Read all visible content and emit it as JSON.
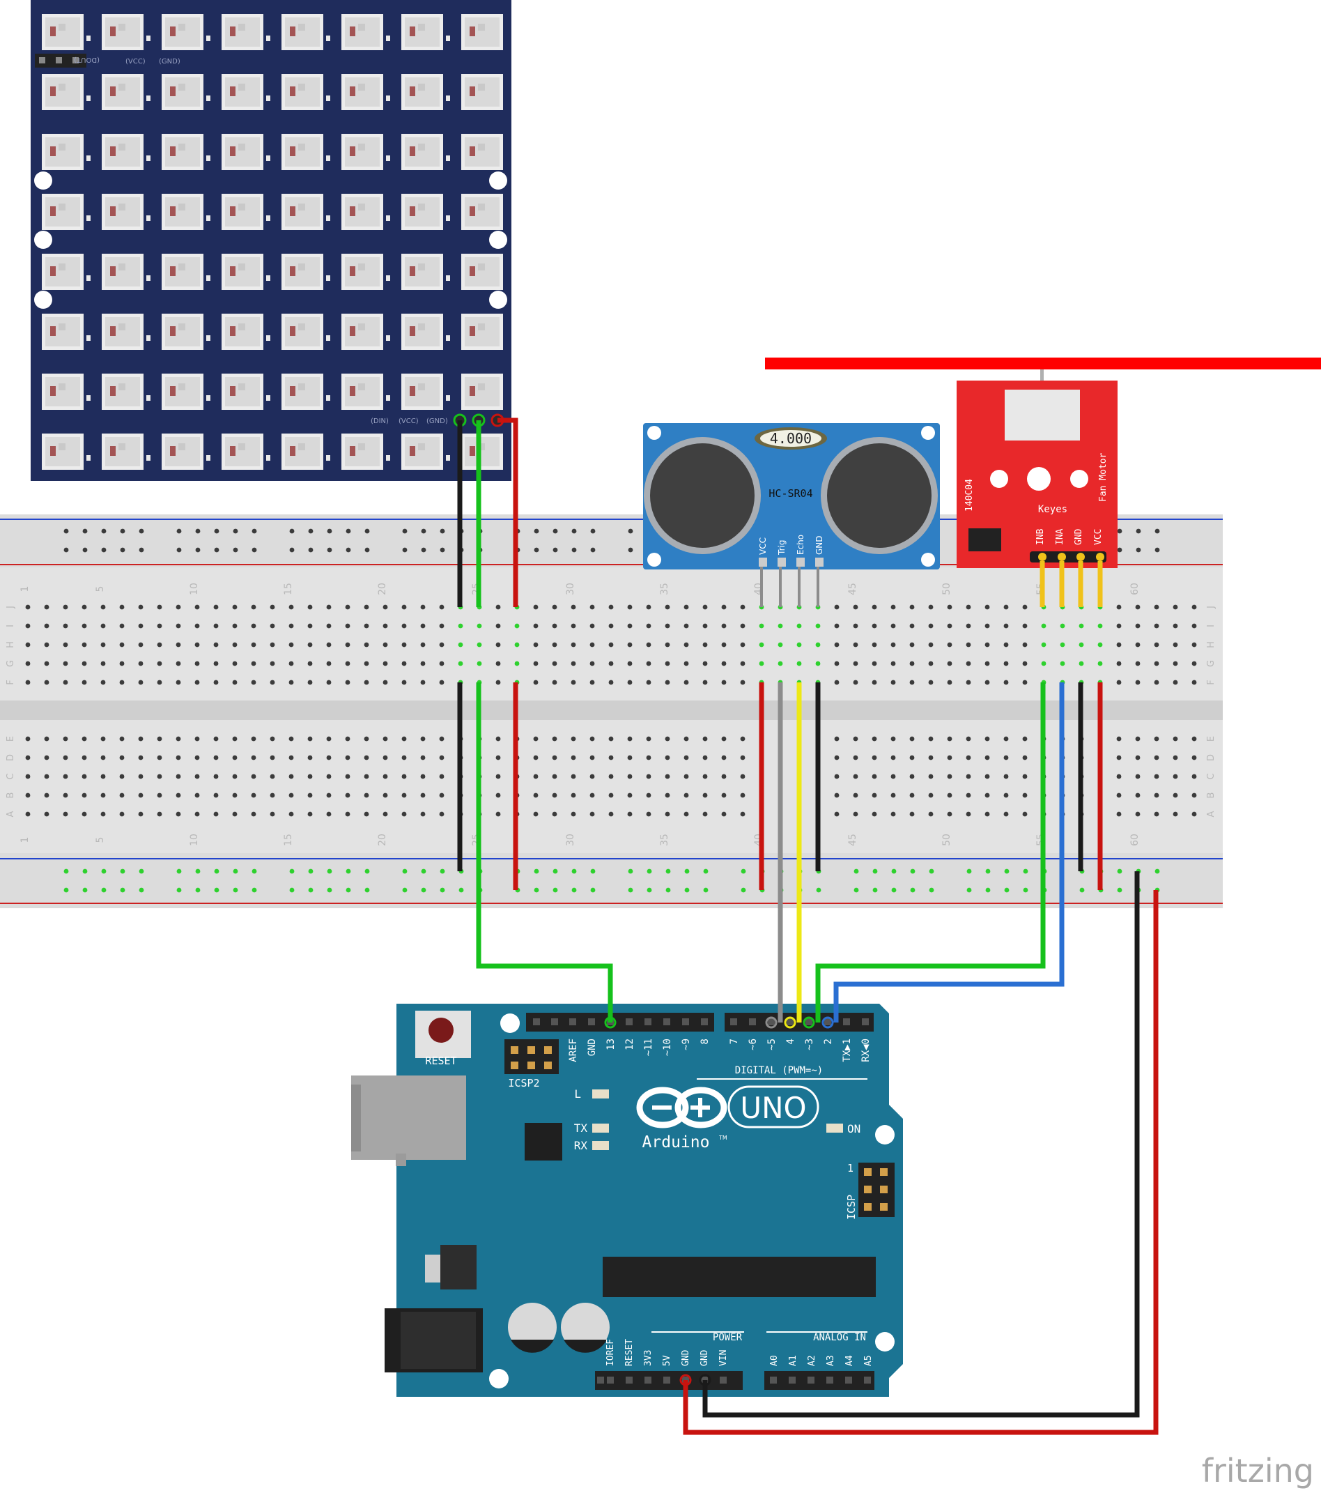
{
  "led_matrix": {
    "rows": 8,
    "cols": 8,
    "top_pin_labels": [
      "(DOUT)",
      "(VCC)",
      "(GND)"
    ],
    "bottom_pin_labels": [
      "(DIN)",
      "(VCC)",
      "(GND)"
    ]
  },
  "breadboard": {
    "row_letters_top": [
      "J",
      "I",
      "H",
      "G",
      "F"
    ],
    "row_letters_bottom": [
      "E",
      "D",
      "C",
      "B",
      "A"
    ],
    "column_numbers": [
      "1",
      "5",
      "10",
      "15",
      "20",
      "25",
      "30",
      "35",
      "40",
      "45",
      "50",
      "55",
      "60"
    ]
  },
  "ultrasonic": {
    "model": "HC-SR04",
    "crystal": "4.000",
    "pins": [
      "VCC",
      "Trig",
      "Echo",
      "GND"
    ]
  },
  "fan_module": {
    "brand": "Keyes",
    "chip": "140C04",
    "title": "Fan Motor",
    "pins": [
      "INB",
      "INA",
      "GND",
      "VCC"
    ]
  },
  "arduino": {
    "model": "UNO",
    "brand": "Arduino",
    "trademark": "TM",
    "reset_label": "RESET",
    "icsp2_label": "ICSP2",
    "icsp_label": "ICSP",
    "icsp_pin1": "1",
    "digital_label": "DIGITAL (PWM=~)",
    "led_l": "L",
    "led_tx": "TX",
    "led_rx": "RX",
    "led_on": "ON",
    "power_label": "POWER",
    "analog_label": "ANALOG IN",
    "digital_pins_left": [
      "AREF",
      "GND",
      "13",
      "12",
      "~11",
      "~10",
      "~9",
      "8"
    ],
    "digital_pins_right": [
      "7",
      "~6",
      "~5",
      "4",
      "~3",
      "2",
      "TX▶1",
      "RX◀0"
    ],
    "power_pins": [
      "IOREF",
      "RESET",
      "3V3",
      "5V",
      "GND",
      "GND",
      "VIN"
    ],
    "analog_pins": [
      "A0",
      "A1",
      "A2",
      "A3",
      "A4",
      "A5"
    ]
  },
  "watermark": "fritzing",
  "colors": {
    "matrix_board": "#1f2c5c",
    "breadboard": "#e3e3e3",
    "sensor_board": "#2f7fc4",
    "fan_board": "#e8282a",
    "arduino_board": "#1b7493",
    "wire_red": "#c8130f",
    "wire_green": "#16c11c",
    "wire_black": "#1a1a1a",
    "wire_yellow": "#ede815",
    "wire_gray": "#8c8c8c",
    "wire_blue": "#2a6fd2",
    "wire_orange_yellow": "#f0c21a"
  }
}
